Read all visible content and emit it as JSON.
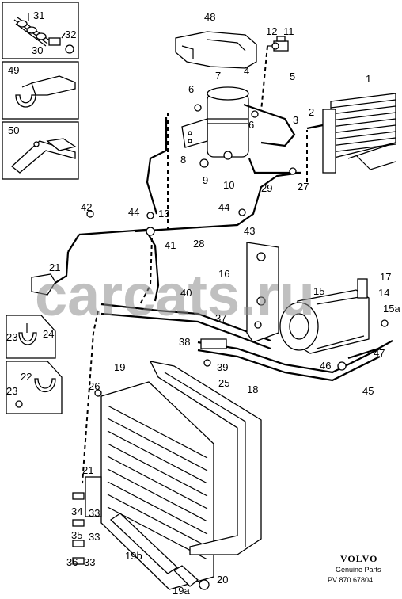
{
  "callouts": [
    {
      "id": "31",
      "text": "31"
    },
    {
      "id": "32",
      "text": "32"
    },
    {
      "id": "30",
      "text": "30"
    },
    {
      "id": "49",
      "text": "49"
    },
    {
      "id": "50",
      "text": "50"
    },
    {
      "id": "48",
      "text": "48"
    },
    {
      "id": "12",
      "text": "12"
    },
    {
      "id": "11",
      "text": "11"
    },
    {
      "id": "7",
      "text": "7"
    },
    {
      "id": "4",
      "text": "4"
    },
    {
      "id": "5",
      "text": "5"
    },
    {
      "id": "1",
      "text": "1"
    },
    {
      "id": "6a",
      "text": "6"
    },
    {
      "id": "6b",
      "text": "6"
    },
    {
      "id": "2",
      "text": "2"
    },
    {
      "id": "3",
      "text": "3"
    },
    {
      "id": "8",
      "text": "8"
    },
    {
      "id": "9",
      "text": "9"
    },
    {
      "id": "10",
      "text": "10"
    },
    {
      "id": "27",
      "text": "27"
    },
    {
      "id": "29",
      "text": "29"
    },
    {
      "id": "42",
      "text": "42"
    },
    {
      "id": "44a",
      "text": "44"
    },
    {
      "id": "13",
      "text": "13"
    },
    {
      "id": "44b",
      "text": "44"
    },
    {
      "id": "43",
      "text": "43"
    },
    {
      "id": "28",
      "text": "28"
    },
    {
      "id": "41",
      "text": "41"
    },
    {
      "id": "21a",
      "text": "21"
    },
    {
      "id": "16",
      "text": "16"
    },
    {
      "id": "17",
      "text": "17"
    },
    {
      "id": "14",
      "text": "14"
    },
    {
      "id": "15",
      "text": "15"
    },
    {
      "id": "15a",
      "text": "15a"
    },
    {
      "id": "40",
      "text": "40"
    },
    {
      "id": "37",
      "text": "37"
    },
    {
      "id": "24",
      "text": "24"
    },
    {
      "id": "23a",
      "text": "23"
    },
    {
      "id": "38",
      "text": "38"
    },
    {
      "id": "39",
      "text": "39"
    },
    {
      "id": "47",
      "text": "47"
    },
    {
      "id": "46",
      "text": "46"
    },
    {
      "id": "45",
      "text": "45"
    },
    {
      "id": "22",
      "text": "22"
    },
    {
      "id": "23b",
      "text": "23"
    },
    {
      "id": "19",
      "text": "19"
    },
    {
      "id": "18",
      "text": "18"
    },
    {
      "id": "26",
      "text": "26"
    },
    {
      "id": "25",
      "text": "25"
    },
    {
      "id": "21b",
      "text": "21"
    },
    {
      "id": "34",
      "text": "34"
    },
    {
      "id": "33a",
      "text": "33"
    },
    {
      "id": "35",
      "text": "35"
    },
    {
      "id": "33b",
      "text": "33"
    },
    {
      "id": "36",
      "text": "36"
    },
    {
      "id": "33c",
      "text": "33"
    },
    {
      "id": "19b",
      "text": "19b"
    },
    {
      "id": "20",
      "text": "20"
    },
    {
      "id": "19a",
      "text": "19a"
    }
  ],
  "watermark": "carcats.ru",
  "brand": {
    "name": "VOLVO",
    "subtitle": "Genuine Parts",
    "code": "PV 870 67804"
  }
}
